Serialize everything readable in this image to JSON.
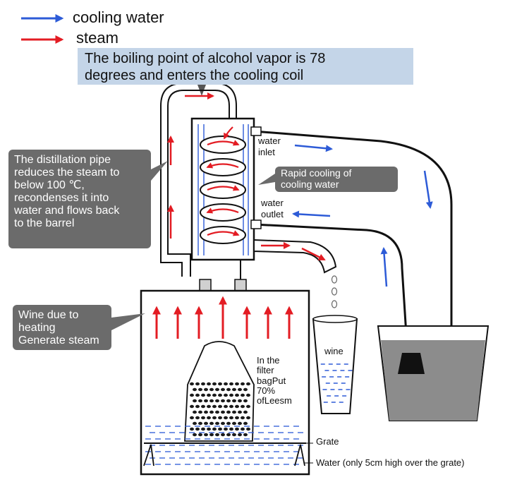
{
  "legend": {
    "cooling_water": {
      "label": "cooling water",
      "color": "#2d5bd7"
    },
    "steam": {
      "label": "steam",
      "color": "#e31c23"
    }
  },
  "banner": {
    "text": "The boiling point of alcohol vapor is 78\ndegrees and enters the cooling coil",
    "background": "#c4d5e8"
  },
  "callouts": {
    "distillation_pipe": "The distillation pipe\nreduces the steam to\nbelow 100 ℃,\nrecondenses it into\nwater and flows back\nto the barrel",
    "rapid_cooling": "Rapid cooling of\ncooling water",
    "wine_heating": "Wine due to\nheating\nGenerate steam",
    "background": "#6b6b6b"
  },
  "labels": {
    "water_inlet": "water\ninlet",
    "water_outlet": "water\noutlet",
    "wine": "wine",
    "filter_bag": "In the\nfilter\nbagPut\n70%\nofLeesm",
    "grate": "Grate",
    "water_level": "Water (only 5cm high over the grate)"
  }
}
